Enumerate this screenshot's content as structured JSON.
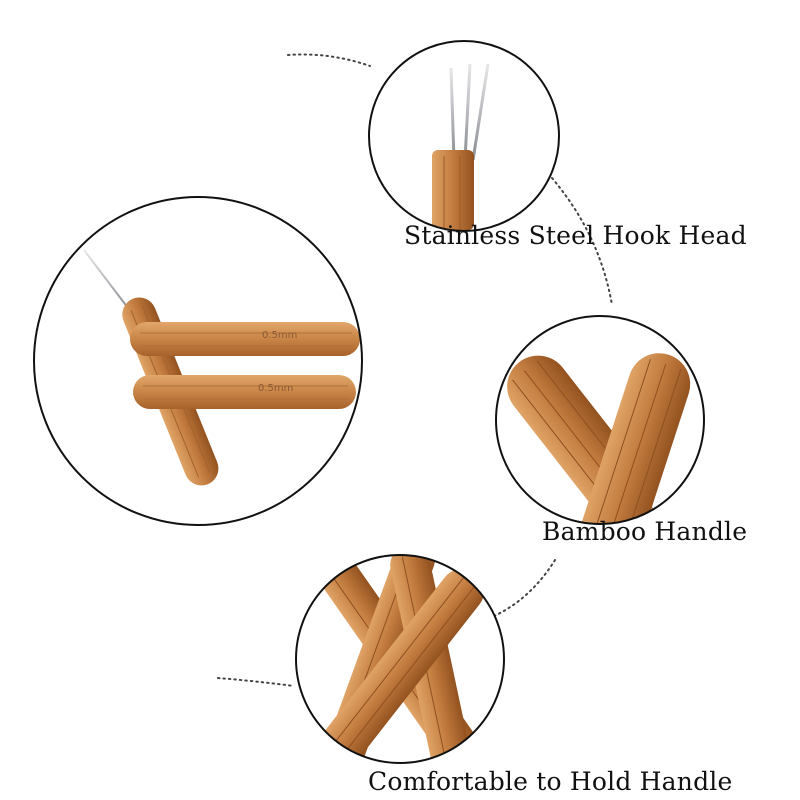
{
  "captions": {
    "hook_head": "Stainless Steel Hook Head",
    "bamboo_handle": "Bamboo Handle",
    "comfortable_handle": "Comfortable to Hold Handle"
  },
  "imprints": {
    "hook_size_upper": "0.5mm",
    "hook_size_lower": "0.5mm"
  },
  "colors": {
    "background": "#ffffff",
    "circle_stroke": "#111111",
    "dotted_line": "#444444",
    "bamboo_light": "#d6965a",
    "bamboo_mid": "#c07a3e",
    "bamboo_dark": "#8f4f1f",
    "steel": "#b9bcc0"
  }
}
